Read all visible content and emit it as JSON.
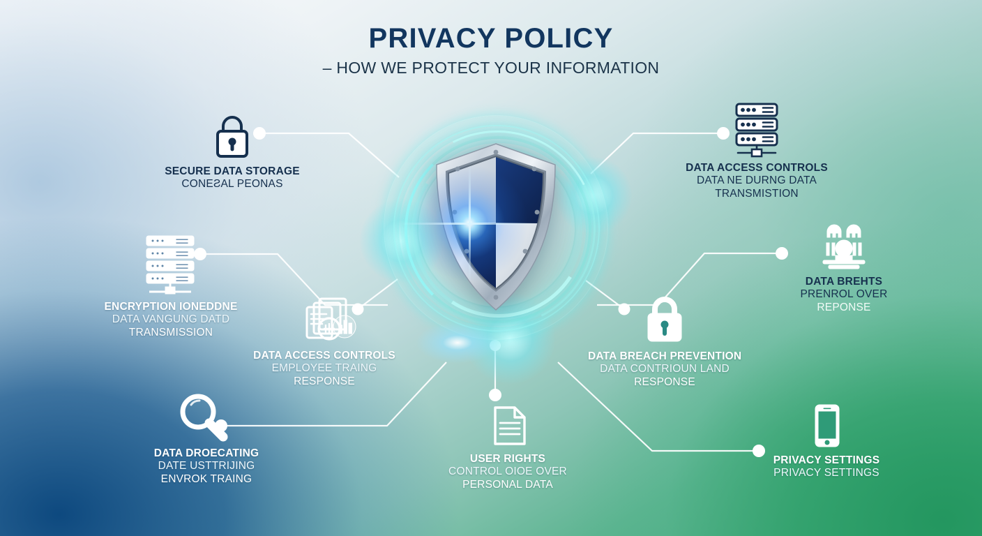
{
  "header": {
    "title": "PRIVACY POLICY",
    "subtitle": "– HOW WE PROTECT YOUR INFORMATION"
  },
  "center": {
    "emblem_name": "security-shield-emblem",
    "emblem_colors": {
      "metal_light": "#e8edf2",
      "metal_mid": "#aab6c2",
      "face_navy": "#132f6b",
      "face_dark_navy": "#0d1f4a",
      "face_silver": "#dfe6ee",
      "glow_cyan": "#8df2ec",
      "burst_blue": "#1e6ee6"
    }
  },
  "palette": {
    "text_dark": "#16304e",
    "text_light": "#ffffff",
    "title_navy": "#12365f",
    "bg_top_left": "#f7fafb",
    "bg_bottom_left": "#0f4c81",
    "bg_bottom_right": "#36a36e",
    "bg_right_mid": "#7fc2ae",
    "connector_line": "#ffffff"
  },
  "nodes": [
    {
      "id": "secure-data-storage",
      "icon": "lock-outline-icon",
      "position": "top-left",
      "lines": [
        "SECURE DATA STORAGE",
        "CONEƧAL PEONAS"
      ]
    },
    {
      "id": "data-access-controls-top",
      "icon": "server-rack-icon",
      "position": "top-right",
      "lines": [
        "DATA ACCESS CONTROLS",
        "DATA NE DURNG DATA",
        "TRANSMISTION"
      ]
    },
    {
      "id": "encryption",
      "icon": "server-stack-icon",
      "position": "left-middle",
      "lines": [
        "ENCRYPTION IONEDDNE",
        "DATA VANGUNG DATD",
        "TRANSMISSION"
      ]
    },
    {
      "id": "employee-training",
      "icon": "documents-chart-icon",
      "position": "center-left",
      "lines": [
        "DATA ACCESS CONTROLS",
        "EMPLOYEE TRAING",
        "RESPONSE"
      ]
    },
    {
      "id": "data-breaches",
      "icon": "people-group-icon",
      "position": "right-middle",
      "lines": [
        "DATA BREHTS",
        "PRENROL OVER",
        "REPONSE"
      ]
    },
    {
      "id": "breach-prevention",
      "icon": "padlock-solid-icon",
      "position": "center-right",
      "lines": [
        "DATA BREACH PREVENTION",
        "DATA CONTRIOUN LAND",
        "RESPONSE"
      ]
    },
    {
      "id": "data-monitoring",
      "icon": "magnifier-icon",
      "position": "bottom-left",
      "lines": [
        "DATA DROECATING",
        "DATE USTTRIJING",
        "ENVROK TRAING"
      ]
    },
    {
      "id": "user-rights",
      "icon": "document-page-icon",
      "position": "bottom-center",
      "lines": [
        "USER RIGHTS",
        "CONTROL OIOE OVER",
        "PERSONAL DATA"
      ]
    },
    {
      "id": "privacy-settings",
      "icon": "smartphone-icon",
      "position": "bottom-right",
      "lines": [
        "PRIVACY SETTINGS",
        "PRIVACY SETTINGS"
      ]
    }
  ]
}
